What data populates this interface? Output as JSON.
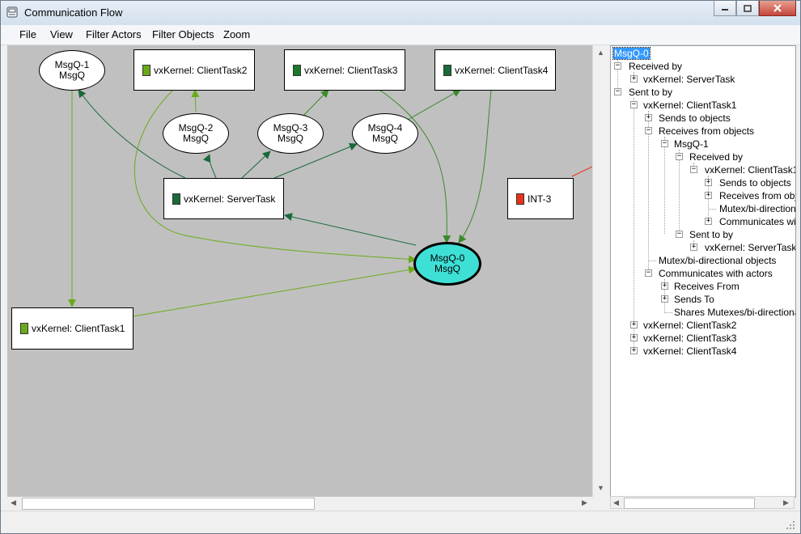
{
  "window": {
    "title": "Communication Flow"
  },
  "menu": [
    {
      "id": "file",
      "label": "File"
    },
    {
      "id": "view",
      "label": "View"
    },
    {
      "id": "filter-actors",
      "label": "Filter Actors"
    },
    {
      "id": "filter-objects",
      "label": "Filter Objects"
    },
    {
      "id": "zoom",
      "label": "Zoom"
    }
  ],
  "colors": {
    "canvas_bg": "#c0c0c0",
    "selected_node": "#3ee0d6",
    "dark_green": "#1a6a3a",
    "light_green": "#6aaa1a",
    "interrupt_red": "#e8301a"
  },
  "graph": {
    "actors": {
      "client2": {
        "label": "vxKernel: ClientTask2",
        "color": "#6aaa1a"
      },
      "client3": {
        "label": "vxKernel: ClientTask3",
        "color": "#1a7a2a"
      },
      "client4": {
        "label": "vxKernel: ClientTask4",
        "color": "#1a6a3a"
      },
      "server": {
        "label": "vxKernel: ServerTask",
        "color": "#1a6a3a"
      },
      "int3": {
        "label": "INT-3",
        "color": "#e8301a"
      },
      "client1": {
        "label": "vxKernel: ClientTask1",
        "color": "#6aaa1a"
      }
    },
    "objects": {
      "msgq1": {
        "name": "MsgQ-1",
        "type": "MsgQ"
      },
      "msgq2": {
        "name": "MsgQ-2",
        "type": "MsgQ"
      },
      "msgq3": {
        "name": "MsgQ-3",
        "type": "MsgQ"
      },
      "msgq4": {
        "name": "MsgQ-4",
        "type": "MsgQ"
      },
      "msgq0": {
        "name": "MsgQ-0",
        "type": "MsgQ"
      }
    }
  },
  "tree": {
    "root": "MsgQ-0",
    "received_by": "Received by",
    "rb_server": "vxKernel: ServerTask",
    "sent_to_by": "Sent to by",
    "client1": "vxKernel: ClientTask1",
    "sends_to_objects": "Sends to objects",
    "receives_from_objects": "Receives from objects",
    "msgq1": "MsgQ-1",
    "rb2": "Received by",
    "client1b": "vxKernel: ClientTask1",
    "sends_to_objects2": "Sends to objects",
    "receives_from_obje": "Receives from obje",
    "mutex_bi_directiona": "Mutex/bi-directiona",
    "communicates_with": "Communicates with",
    "sent_to_by2": "Sent to by",
    "server2": "vxKernel: ServerTask",
    "mutex_objects": "Mutex/bi-directional objects",
    "comm_actors": "Communicates with actors",
    "receives_from": "Receives From",
    "sends_to": "Sends To",
    "shares_mutexes": "Shares Mutexes/bi-directionals",
    "client2": "vxKernel: ClientTask2",
    "client3": "vxKernel: ClientTask3",
    "client4": "vxKernel: ClientTask4"
  }
}
